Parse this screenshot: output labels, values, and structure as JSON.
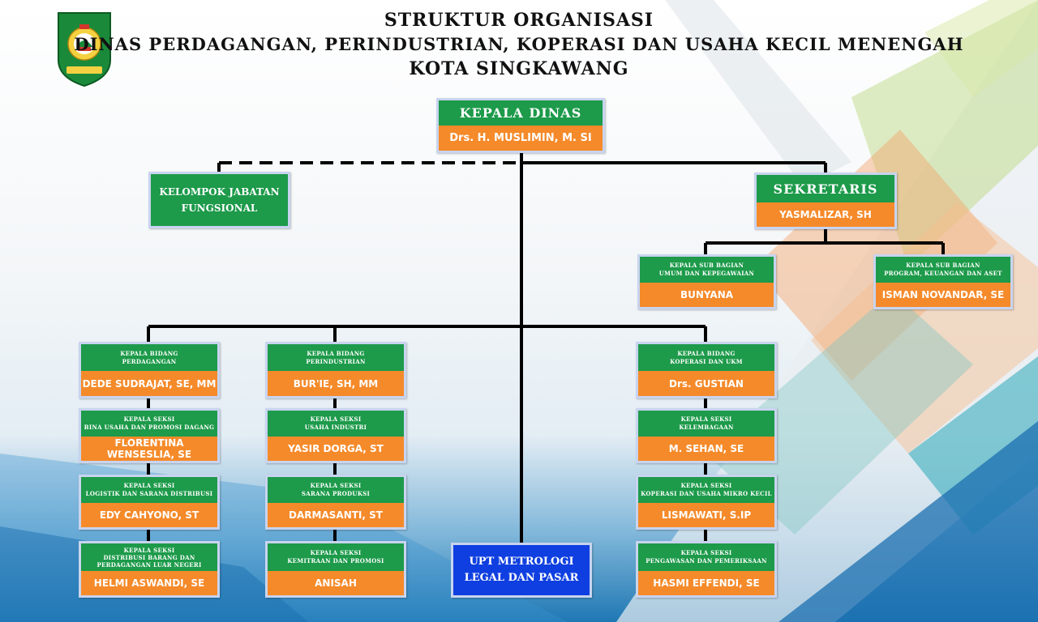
{
  "header": {
    "title_line1": "STRUKTUR ORGANISASI",
    "title_line2": "DINAS PERDAGANGAN, PERINDUSTRIAN, KOPERASI DAN USAHA KECIL MENENGAH",
    "title_line3": "KOTA SINGKAWANG"
  },
  "emblem": {
    "caption": "KOTA SINGKAWANG"
  },
  "kepala": {
    "title": "KEPALA DINAS",
    "name": "Drs. H. MUSLIMIN, M. SI"
  },
  "fungsional": {
    "line1": "KELOMPOK JABATAN",
    "line2": "FUNGSIONAL"
  },
  "sekretaris": {
    "title": "SEKRETARIS",
    "name": "YASMALIZAR, SH"
  },
  "subbag_umum": {
    "line1": "KEPALA SUB BAGIAN",
    "line2": "UMUM DAN KEPEGAWAIAN",
    "name": "BUNYANA"
  },
  "subbag_program": {
    "line1": "KEPALA SUB BAGIAN",
    "line2": "PROGRAM, KEUANGAN DAN ASET",
    "name": "ISMAN NOVANDAR, SE"
  },
  "bidang_perdagangan": {
    "head": {
      "line1": "KEPALA BIDANG",
      "line2": "PERDAGANGAN",
      "name": "DEDE SUDRAJAT, SE, MM"
    },
    "seksi1": {
      "line1": "KEPALA SEKSI",
      "line2": "BINA USAHA DAN PROMOSI DAGANG",
      "name": "FLORENTINA WENSESLIA, SE"
    },
    "seksi2": {
      "line1": "KEPALA SEKSI",
      "line2": "LOGISTIK DAN SARANA DISTRIBUSI",
      "name": "EDY CAHYONO, ST"
    },
    "seksi3": {
      "line1": "KEPALA SEKSI",
      "line2": "DISTRIBUSI BARANG DAN",
      "line3": "PERDAGANGAN LUAR NEGERI",
      "name": "HELMI ASWANDI, SE"
    }
  },
  "bidang_perindustrian": {
    "head": {
      "line1": "KEPALA BIDANG",
      "line2": "PERINDUSTRIAN",
      "name": "BUR'IE, SH, MM"
    },
    "seksi1": {
      "line1": "KEPALA SEKSI",
      "line2": "USAHA INDUSTRI",
      "name": "YASIR DORGA, ST"
    },
    "seksi2": {
      "line1": "KEPALA SEKSI",
      "line2": "SARANA PRODUKSI",
      "name": "DARMASANTI, ST"
    },
    "seksi3": {
      "line1": "KEPALA SEKSI",
      "line2": "KEMITRAAN DAN PROMOSI",
      "name": "ANISAH"
    }
  },
  "bidang_koperasi": {
    "head": {
      "line1": "KEPALA BIDANG",
      "line2": "KOPERASI DAN UKM",
      "name": "Drs. GUSTIAN"
    },
    "seksi1": {
      "line1": "KEPALA SEKSI",
      "line2": "KELEMBAGAAN",
      "name": "M. SEHAN, SE"
    },
    "seksi2": {
      "line1": "KEPALA SEKSI",
      "line2": "KOPERASI DAN USAHA MIKRO KECIL",
      "name": "LISMAWATI, S.IP"
    },
    "seksi3": {
      "line1": "KEPALA SEKSI",
      "line2": "PENGAWASAN DAN PEMERIKSAAN",
      "name": "HASMI EFFENDI, SE"
    }
  },
  "upt": {
    "line1": "UPT METROLOGI",
    "line2": "LEGAL DAN PASAR"
  },
  "colors": {
    "header_green": "#1d9a4a",
    "name_orange": "#f58a2a",
    "upt_blue": "#0f3fe0",
    "frame": "#c8d4ef"
  }
}
